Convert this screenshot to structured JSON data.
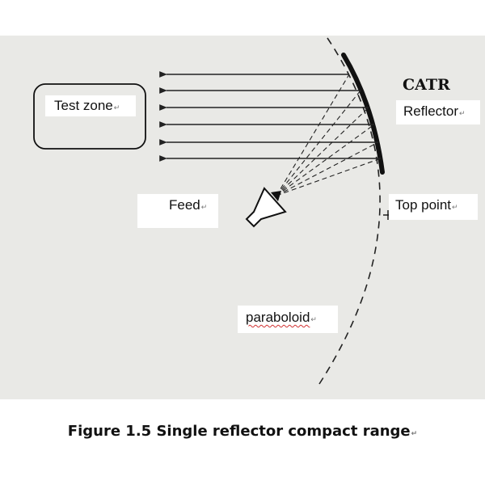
{
  "labels": {
    "test_zone": "Test zone",
    "catr": "CATR",
    "reflector": "Reflector",
    "feed": "Feed",
    "top_point": "Top point",
    "paraboloid": "paraboloid"
  },
  "caption": "Figure 1.5 Single reflector compact range",
  "paragraph_mark": "↵"
}
